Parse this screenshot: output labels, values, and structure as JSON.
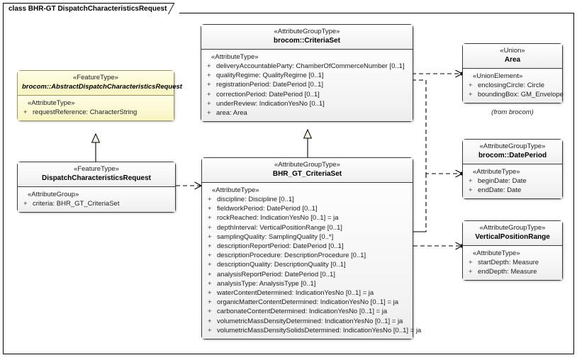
{
  "diagram": {
    "frame_label": "class BHR-GT DispatchCharacteristicsRequest",
    "from_note": "(from brocom)",
    "visibility_public": "+"
  },
  "classes": {
    "criteriaSet": {
      "stereotype": "«AttributeGroupType»",
      "name": "brocom::CriteriaSet",
      "group_stereotype": "«AttributeType»",
      "attributes": [
        "deliveryAccountableParty: ChamberOfCommerceNumber [0..1]",
        "qualityRegime: QualityRegime [0..1]",
        "registrationPeriod: DatePeriod [0..1]",
        "correctionPeriod: DatePeriod [0..1]",
        "underReview: IndicationYesNo [0..1]",
        "area: Area"
      ]
    },
    "abstractRequest": {
      "stereotype": "«FeatureType»",
      "name": "brocom::AbstractDispatchCharacteristicsRequest",
      "group_stereotype": "«AttributeType»",
      "attributes": [
        "requestReference: CharacterString"
      ]
    },
    "dispatchRequest": {
      "stereotype": "«FeatureType»",
      "name": "DispatchCharacteristicsRequest",
      "group_stereotype": "«AttributeGroup»",
      "attributes": [
        "criteria: BHR_GT_CriteriaSet"
      ]
    },
    "bhrGtCriteriaSet": {
      "stereotype": "«AttributeGroupType»",
      "name": "BHR_GT_CriteriaSet",
      "group_stereotype": "«AttributeType»",
      "attributes": [
        "discipline: Discipline [0..1]",
        "fieldworkPeriod: DatePeriod [0..1]",
        "rockReached: IndicationYesNo [0..1] = ja",
        "depthInterval: VerticalPositionRange [0..1]",
        "samplingQuality: SamplingQuality [0..*]",
        "descriptionReportPeriod: DatePeriod [0..1]",
        "descriptionProcedure: DescriptionProcedure [0..1]",
        "descriptionQuality: DescriptionQuality [0..1]",
        "analysisReportPeriod: DatePeriod [0..1]",
        "analysisType: AnalysisType [0..1]",
        "waterContentDetermined: IndicationYesNo [0..1] = ja",
        "organicMatterContentDetermined: IndicationYesNo [0..1] = ja",
        "carbonateContentDetermined: IndicationYesNo [0..1] = ja",
        "volumetricMassDensityDetermined: IndicationYesNo [0..1] = ja",
        "volumetricMassDensitySolidsDetermined: IndicationYesNo [0..1] = ja"
      ]
    },
    "area": {
      "stereotype": "«Union»",
      "name": "Area",
      "group_stereotype": "«UnionElement»",
      "attributes": [
        "enclosingCircle: Circle",
        "boundingBox: GM_Envelope"
      ]
    },
    "datePeriod": {
      "stereotype": "«AttributeGroupType»",
      "name": "brocom::DatePeriod",
      "group_stereotype": "«AttributeType»",
      "attributes": [
        "beginDate: Date",
        "endDate: Date"
      ]
    },
    "verticalPositionRange": {
      "stereotype": "«AttributeGroupType»",
      "name": "VerticalPositionRange",
      "group_stereotype": "«AttributeType»",
      "attributes": [
        "startDepth: Measure",
        "endDepth: Measure"
      ]
    }
  },
  "colors": {
    "background": "#ffffff",
    "box_border": "#3b3b3b",
    "box_fill": "#f3f3f3",
    "highlight_fill": "#fbf8cf",
    "highlight_border": "#9a9362",
    "connector": "#000000"
  }
}
